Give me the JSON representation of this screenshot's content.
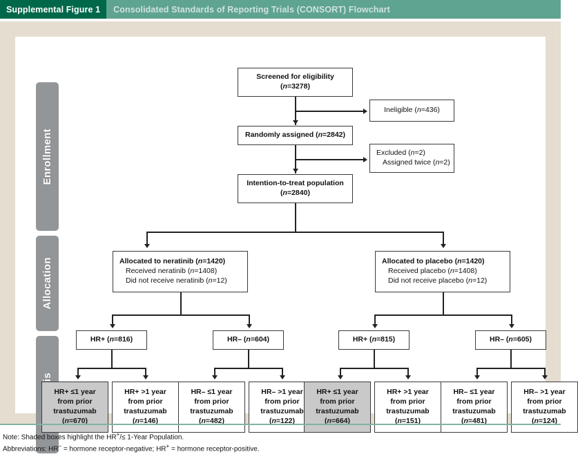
{
  "header": {
    "label": "Supplemental Figure 1",
    "title": "Consolidated Standards of Reporting Trials (CONSORT) Flowchart",
    "label_bg": "#00684a",
    "bar_bg": "#5fa391",
    "title_color": "#cfe3de"
  },
  "panel": {
    "bg": "#e4ddd0",
    "canvas_bg": "#ffffff",
    "rule_color": "#7fb3a3"
  },
  "stages": [
    {
      "name": "enrollment",
      "label": "Enrollment"
    },
    {
      "name": "allocation",
      "label": "Allocation"
    },
    {
      "name": "analysis",
      "label": "Analysis"
    }
  ],
  "stage_style": {
    "bg": "#939699",
    "text": "#ffffff"
  },
  "shaded_box_color": "#c9c9c9",
  "flow": {
    "screened": {
      "line1": "Screened for eligibility",
      "line2": "(n=3278)"
    },
    "ineligible": {
      "line1": "Ineligible (n=436)"
    },
    "randomized": {
      "line1": "Randomly assigned (n=2842)"
    },
    "excluded": {
      "line1": "Excluded (n=2)",
      "line2": "Assigned twice (n=2)"
    },
    "itt": {
      "line1": "Intention-to-treat population",
      "line2": "(n=2840)"
    },
    "alloc_neratinib": {
      "line1": "Allocated to neratinib (n=1420)",
      "line2": "Received neratinib (n=1408)",
      "line3": "Did not receive neratinib (n=12)"
    },
    "alloc_placebo": {
      "line1": "Allocated to placebo (n=1420)",
      "line2": "Received placebo (n=1408)",
      "line3": "Did not receive placebo (n=12)"
    },
    "hr_groups": [
      {
        "name": "neratinib-hr-positive",
        "label": "HR+ (n=816)"
      },
      {
        "name": "neratinib-hr-negative",
        "label": "HR– (n=604)"
      },
      {
        "name": "placebo-hr-positive",
        "label": "HR+ (n=815)"
      },
      {
        "name": "placebo-hr-negative",
        "label": "HR– (n=605)"
      }
    ],
    "analysis_boxes": [
      {
        "name": "neratinib-hrpos-le1y",
        "line1": "HR+ ≤1 year",
        "line2": "from prior",
        "line3": "trastuzumab",
        "line4": "(n=670)",
        "shaded": true
      },
      {
        "name": "neratinib-hrpos-gt1y",
        "line1": "HR+ >1 year",
        "line2": "from prior",
        "line3": "trastuzumab",
        "line4": "(n=146)",
        "shaded": false
      },
      {
        "name": "neratinib-hrneg-le1y",
        "line1": "HR– ≤1 year",
        "line2": "from prior",
        "line3": "trastuzumab",
        "line4": "(n=482)",
        "shaded": false
      },
      {
        "name": "neratinib-hrneg-gt1y",
        "line1": "HR– >1 year",
        "line2": "from prior",
        "line3": "trastuzumab",
        "line4": "(n=122)",
        "shaded": false
      },
      {
        "name": "placebo-hrpos-le1y",
        "line1": "HR+ ≤1 year",
        "line2": "from prior",
        "line3": "trastuzumab",
        "line4": "(n=664)",
        "shaded": true
      },
      {
        "name": "placebo-hrpos-gt1y",
        "line1": "HR+ >1 year",
        "line2": "from prior",
        "line3": "trastuzumab",
        "line4": "(n=151)",
        "shaded": false
      },
      {
        "name": "placebo-hrneg-le1y",
        "line1": "HR– ≤1 year",
        "line2": "from prior",
        "line3": "trastuzumab",
        "line4": "(n=481)",
        "shaded": false
      },
      {
        "name": "placebo-hrneg-gt1y",
        "line1": "HR– >1 year",
        "line2": "from prior",
        "line3": "trastuzumab",
        "line4": "(n=124)",
        "shaded": false
      }
    ]
  },
  "footnotes": {
    "note_prefix": "Note: Shaded boxes highlight the HR",
    "note_sup": "+",
    "note_mid": "/≤ 1-Year Population.",
    "abbrev_prefix": "Abbreviations: HR",
    "abbrev_sup1": "–",
    "abbrev_mid": "  =  hormone receptor-negative; HR",
    "abbrev_sup2": "+",
    "abbrev_end": "  =  hormone receptor-positive."
  }
}
